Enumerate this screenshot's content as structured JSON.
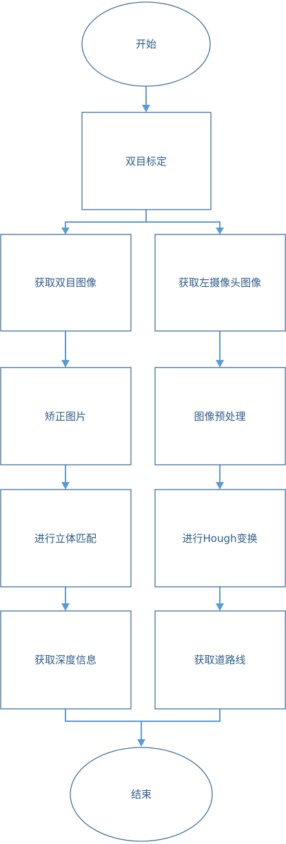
{
  "colors": {
    "node_border": "#41719c",
    "node_text": "#2e5c8a",
    "connector": "#5b9bd5"
  },
  "nodes": {
    "start": "开始",
    "stereo_calibration": "双目标定",
    "get_stereo_images": "获取双目图像",
    "rectify_images": "矫正图片",
    "stereo_matching": "进行立体匹配",
    "get_depth_info": "获取深度信息",
    "get_left_camera_image": "获取左摄像头图像",
    "image_preprocessing": "图像预处理",
    "hough_transform": "进行Hough变换",
    "get_road_lines": "获取道路线",
    "end": "结束"
  }
}
